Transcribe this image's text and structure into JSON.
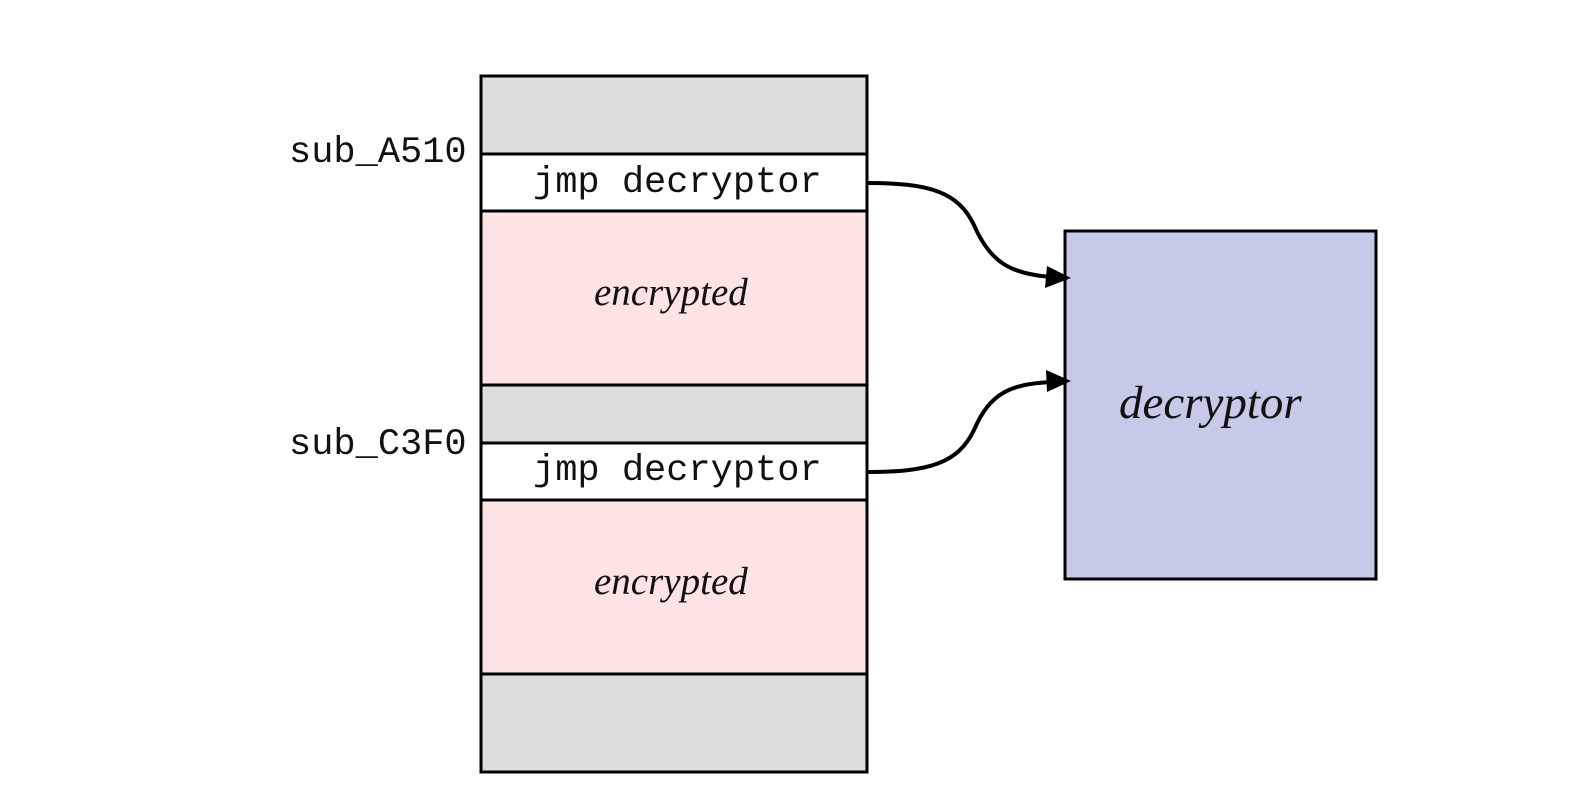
{
  "labels": {
    "sub1": "sub_A510",
    "sub2": "sub_C3F0"
  },
  "blocks": {
    "jmp1": "jmp decryptor",
    "enc1": "encrypted",
    "jmp2": "jmp decryptor",
    "enc2": "encrypted"
  },
  "target": {
    "label": "decryptor"
  },
  "colors": {
    "gray_block": "#dcdcdc",
    "encrypted_block": "#fde3e3",
    "jmp_block": "#ffffff",
    "decryptor_box": "#c6cae8",
    "stroke": "#000000"
  }
}
